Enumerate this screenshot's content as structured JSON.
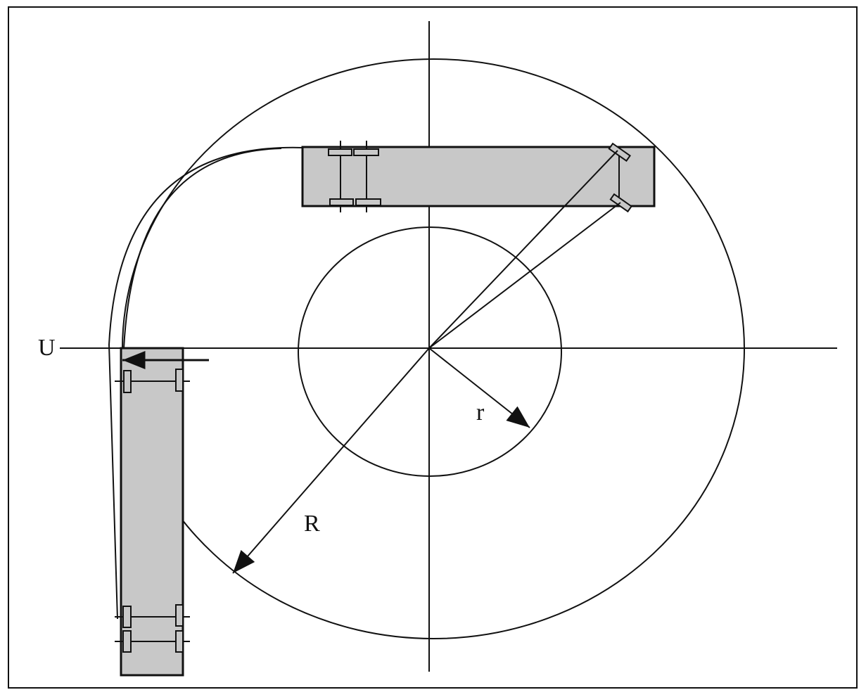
{
  "diagram": {
    "labels": {
      "velocity": "U",
      "inner_radius": "r",
      "outer_radius": "R"
    },
    "colors": {
      "line": "#111111",
      "vehicle_fill": "#c8c8c8",
      "background": "#ffffff"
    }
  }
}
